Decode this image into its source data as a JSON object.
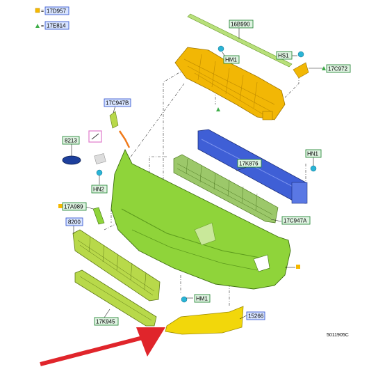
{
  "legend": [
    {
      "code": "17D957",
      "marker": "square",
      "color": "#f5b800"
    },
    {
      "code": "17E814",
      "marker": "triangle",
      "color": "#3fae49"
    }
  ],
  "labels": {
    "l16B990": "16B990",
    "lHM1a": "HM1",
    "lHS1": "HS1",
    "l17C972": "17C972",
    "l17C947B": "17C947B",
    "l8213": "8213",
    "lHN2": "HN2",
    "l17K876": "17K876",
    "lHN1": "HN1",
    "l17A989": "17A989",
    "l8200": "8200",
    "l17C947A": "17C947A",
    "lHM1b": "HM1",
    "l17K945": "17K945",
    "l15266": "15266"
  },
  "figure_code": "5011905C",
  "colors": {
    "bumper": "#8fd43a",
    "bracket": "#f2b705",
    "reinforcement": "#3f5fd6",
    "grille": "#b8d94a",
    "arrow": "#e0252b",
    "clip": "#2ab4d6"
  }
}
